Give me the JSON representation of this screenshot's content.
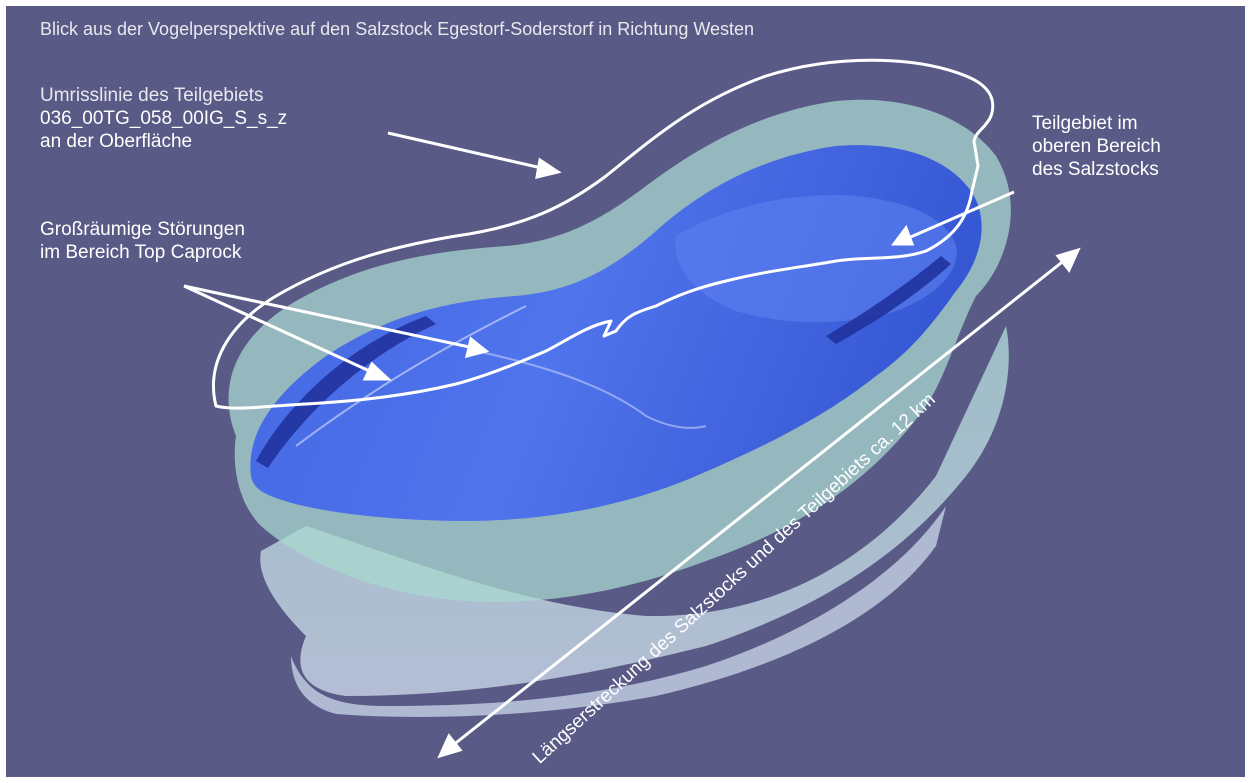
{
  "title": "Blick aus der Vogelperspektive auf den Salzstock Egestorf-Soderstorf in Richtung Westen",
  "annotations": {
    "outline": {
      "lines": [
        "Umrisslinie des Teilgebiets",
        "036_00TG_058_00IG_S_s_z",
        "an der Oberfläche"
      ]
    },
    "faults": {
      "lines": [
        "Großräumige Störungen",
        "im Bereich Top Caprock"
      ]
    },
    "subregion": {
      "lines": [
        "Teilgebiet im",
        "oberen Bereich",
        "des Salzstocks"
      ]
    },
    "extent": {
      "text": "Längserstreckung des Salzstocks und des Teilgebiets ca. 12 km"
    }
  },
  "colors": {
    "background": "#5a5a86",
    "salt_dome_outer": "#a6d4cc",
    "salt_dome_lower": "#b3c2d6",
    "subregion_blue": "#3a5fe0",
    "annotation": "#ffffff"
  }
}
